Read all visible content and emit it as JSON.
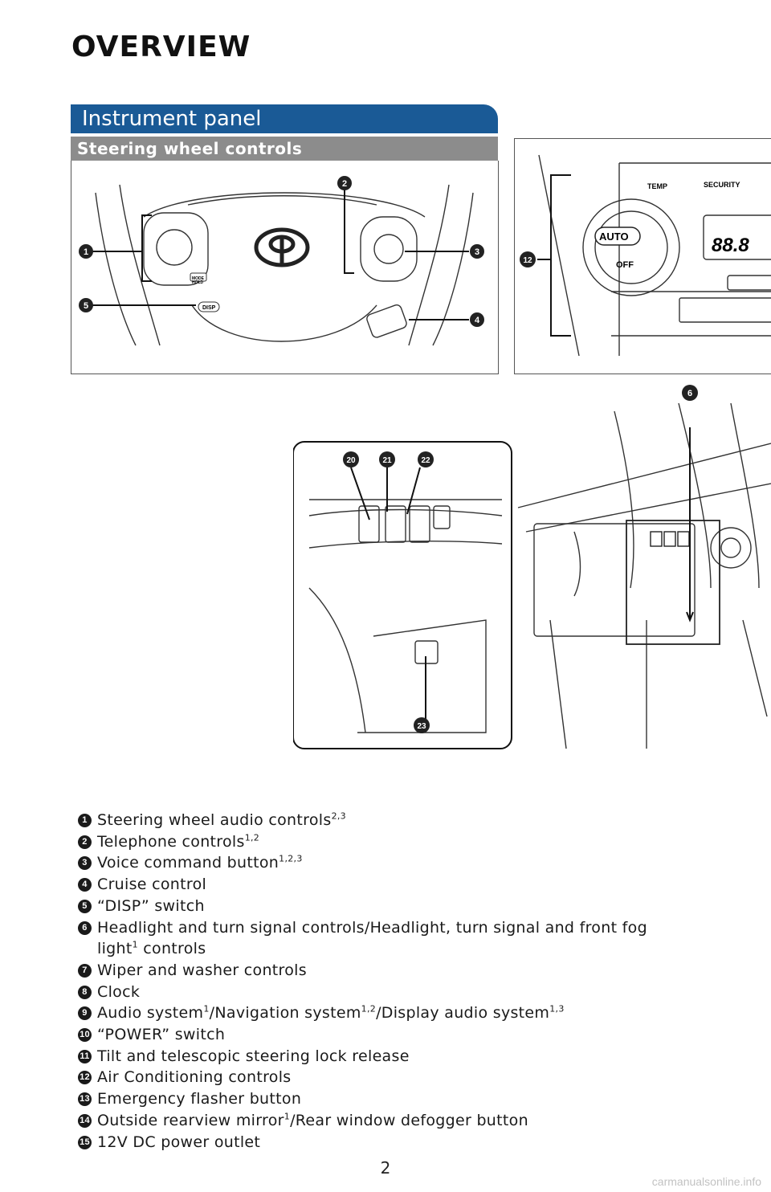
{
  "page": {
    "title": "OVERVIEW",
    "number": "2",
    "watermark": "carmanualsonline.info"
  },
  "section": {
    "title": "Instrument panel",
    "subtitle": "Steering wheel controls"
  },
  "figures": {
    "steering": {
      "callouts": [
        "1",
        "2",
        "3",
        "4",
        "5"
      ],
      "labels": {
        "mode": "MODE",
        "hold": "HOLD",
        "disp": "DISP"
      }
    },
    "climate": {
      "callouts": [
        "12"
      ],
      "labels": {
        "temp": "TEMP",
        "security": "SECURITY",
        "auto": "AUTO",
        "off": "OFF",
        "display": "88.8"
      }
    },
    "dash": {
      "callouts": [
        "6",
        "20",
        "21",
        "22",
        "23"
      ]
    }
  },
  "legend": [
    {
      "num": "1",
      "text": "Steering wheel audio controls",
      "sup": "2,3"
    },
    {
      "num": "2",
      "text": "Telephone controls",
      "sup": "1,2"
    },
    {
      "num": "3",
      "text": "Voice command button",
      "sup": "1,2,3"
    },
    {
      "num": "4",
      "text": "Cruise control"
    },
    {
      "num": "5",
      "text": "“DISP” switch"
    },
    {
      "num": "6",
      "text": "Headlight and turn signal controls/Headlight, turn signal and front fog",
      "cont_pre": "light",
      "cont_sup": "1",
      "cont_post": " controls"
    },
    {
      "num": "7",
      "text": "Wiper and washer controls"
    },
    {
      "num": "8",
      "text": "Clock"
    },
    {
      "num": "9",
      "parts": [
        "Audio system",
        "1",
        "/Navigation system",
        "1,2",
        "/Display audio system",
        "1,3"
      ]
    },
    {
      "num": "10",
      "text": "“POWER” switch"
    },
    {
      "num": "11",
      "text": "Tilt and telescopic steering lock release"
    },
    {
      "num": "12",
      "text": "Air Conditioning controls"
    },
    {
      "num": "13",
      "text": "Emergency flasher button"
    },
    {
      "num": "14",
      "parts": [
        "Outside rearview mirror",
        "1",
        "/Rear window defogger button",
        ""
      ]
    },
    {
      "num": "15",
      "text": "12V DC power outlet"
    }
  ]
}
